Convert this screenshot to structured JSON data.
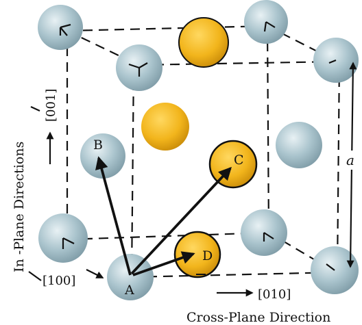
{
  "labels": {
    "atom_a": "A",
    "atom_b": "B",
    "atom_c": "C",
    "atom_d": "D",
    "dir_001": "[001]",
    "dir_100": "[100]",
    "dir_010": "[010]",
    "lattice_constant": "a",
    "in_plane": "In -Plane Directions",
    "cross_plane": "Cross-Plane Direction"
  },
  "colors": {
    "silver_atom": "#a9c3cc",
    "gold_atom": "#f0b81e",
    "edge": "#111111"
  }
}
